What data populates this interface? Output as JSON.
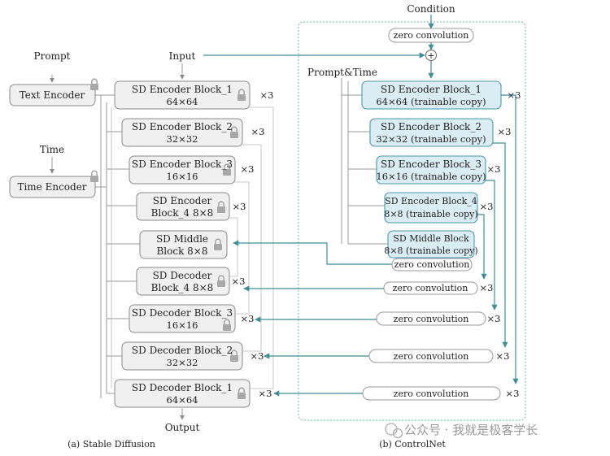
{
  "left": {
    "prompt": "Prompt",
    "time": "Time",
    "input": "Input",
    "output": "Output",
    "text_encoder": "Text Encoder",
    "time_encoder": "Time Encoder",
    "enc1": [
      "SD Encoder Block_1",
      "64×64"
    ],
    "enc2": [
      "SD Encoder Block_2",
      "32×32"
    ],
    "enc3": [
      "SD Encoder Block_3",
      "16×16"
    ],
    "enc4": [
      "SD Encoder",
      "Block_4 8×8"
    ],
    "mid": [
      "SD Middle",
      "Block 8×8"
    ],
    "dec4": [
      "SD Decoder",
      "Block_4 8×8"
    ],
    "dec3": [
      "SD Decoder Block_3",
      "16×16"
    ],
    "dec2": [
      "SD Decoder Block_2",
      "32×32"
    ],
    "dec1": [
      "SD Decoder Block_1",
      "64×64"
    ],
    "caption": "(a) Stable Diffusion"
  },
  "right": {
    "condition": "Condition",
    "zero_conv": "zero convolution",
    "plus": "+",
    "prompt_time": "Prompt&Time",
    "enc1": [
      "SD Encoder Block_1",
      "64×64 (trainable copy)"
    ],
    "enc2": [
      "SD Encoder Block_2",
      "32×32 (trainable copy)"
    ],
    "enc3": [
      "SD Encoder Block_3",
      "16×16 (trainable copy)"
    ],
    "enc4": [
      "SD Encoder Block_4",
      "8×8 (trainable copy)"
    ],
    "mid": [
      "SD Middle Block",
      "8×8 (trainable copy)"
    ],
    "caption": "(b) ControlNet"
  },
  "multiplier": "×3",
  "watermark": "公众号 · 我就是极客学长",
  "colors": {
    "teal": "#3e8f96",
    "block_fill": "#f0f0f0",
    "copy_fill": "#dbedf4"
  }
}
